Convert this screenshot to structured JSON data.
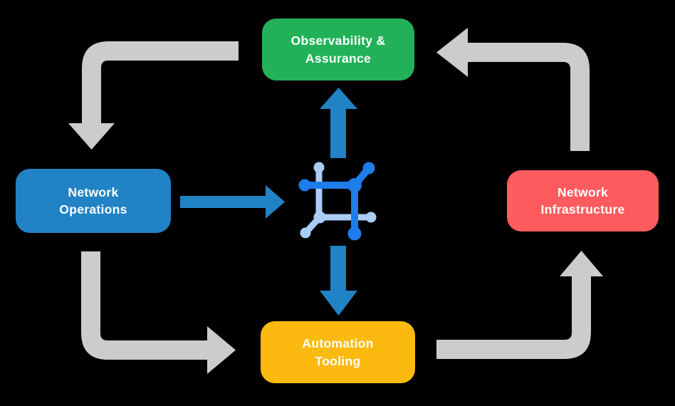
{
  "colors": {
    "background": "#000000",
    "cycle_arrows": "#cccccc",
    "flow_arrows": "#2183c5",
    "icon_primary": "#1e7ceb",
    "icon_secondary": "#a9cdf4"
  },
  "nodes": {
    "observability": {
      "line1": "Observability &",
      "line2": "Assurance",
      "color": "#22b159"
    },
    "operations": {
      "line1": "Network",
      "line2": "Operations",
      "color": "#2183c5"
    },
    "infrastructure": {
      "line1": "Network",
      "line2": "Infrastructure",
      "color": "#fd5b5e"
    },
    "automation": {
      "line1": "Automation",
      "line2": "Tooling",
      "color": "#fcba10"
    }
  },
  "icons": {
    "center": "network-automation-icon"
  }
}
